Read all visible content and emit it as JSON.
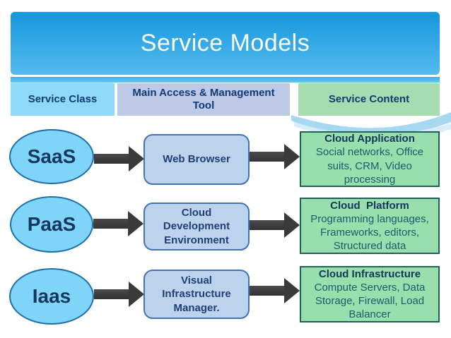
{
  "slide": {
    "title": "Service Models"
  },
  "header": {
    "columns": [
      {
        "label": "Service Class"
      },
      {
        "label": "Main Access & Management Tool"
      },
      {
        "label": "Service Content"
      }
    ]
  },
  "rows": [
    {
      "service_class": "SaaS",
      "tool": "Web Browser",
      "content_title": "Cloud Application",
      "content_body": "Social networks, Office suits, CRM, Video processing"
    },
    {
      "service_class": "PaaS",
      "tool": "Cloud Development Environment",
      "content_title": "Cloud  Platform",
      "content_body": "Programming languages, Frameworks, editors, Structured data"
    },
    {
      "service_class": "Iaas",
      "tool": "Visual Infrastructure Manager.",
      "content_title": "Cloud Infrastructure",
      "content_body": "Compute Servers, Data Storage, Firewall, Load Balancer"
    }
  ],
  "icons": {
    "flow_arrow": "right-arrow"
  },
  "colors": {
    "title_gradient_top": "#1495dc",
    "title_gradient_bottom": "#55bbee",
    "header_service_class_bg": "#8ed9f8",
    "header_tool_bg": "#bdc9e6",
    "header_content_bg": "#a5dcb0",
    "ellipse_fill": "#7ed5f8",
    "ellipse_border": "#1e6fa8",
    "tool_rect_fill": "#bdd2ed",
    "tool_rect_border": "#4273b3",
    "content_box_fill": "#97e0ad",
    "content_box_border": "#226158",
    "arrow_fill": "#3a3a3a",
    "navy_text": "#17365d",
    "teal_text": "#1a5b6e",
    "swoosh": "#a6d8f2"
  }
}
